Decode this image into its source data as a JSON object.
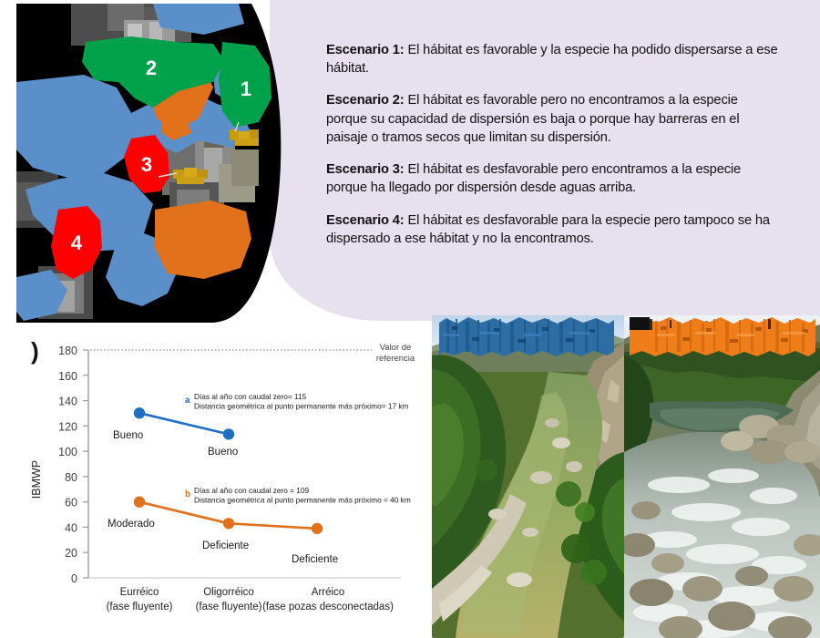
{
  "scenarios": [
    {
      "label": "Escenario 1:",
      "text": " El hábitat es favorable y la especie ha podido dispersarse a ese hábitat."
    },
    {
      "label": "Escenario 2:",
      "text": " El hábitat es favorable pero no encontramos a la especie porque su capacidad de dispersión es baja o porque hay barreras en el paisaje o tramos secos que limitan su dispersión."
    },
    {
      "label": "Escenario 3:",
      "text": " El hábitat es desfavorable pero encontramos a la especie porque ha llegado por dispersión desde aguas arriba."
    },
    {
      "label": "Escenario 4:",
      "text": " El hábitat es desfavorable para la especie pero tampoco se ha dispersado a ese hábitat y no la encontramos."
    }
  ],
  "map": {
    "markers": [
      {
        "id": "1",
        "value": "1",
        "color": "#00a14b"
      },
      {
        "id": "2",
        "value": "2",
        "color": "#00a14b"
      },
      {
        "id": "3",
        "value": "3",
        "color": "#ff0000"
      },
      {
        "id": "4",
        "value": "4",
        "color": "#ff0000"
      }
    ]
  },
  "chart_panel_letter": ")",
  "chart_data": {
    "type": "line",
    "title": "",
    "xlabel": "",
    "ylabel": "IBMWP",
    "ylim": [
      0,
      180
    ],
    "yticks": [
      0,
      20,
      40,
      60,
      80,
      100,
      120,
      140,
      160,
      180
    ],
    "grid": false,
    "legend": "none",
    "categories": [
      "Eurréico",
      "Oligorréico",
      "Arréico"
    ],
    "category_sublabels": [
      "(fase fluyente)",
      "(fase fluyente)",
      "(fase pozas desconectadas)"
    ],
    "series": [
      {
        "name": "a",
        "color": "#1f6fc4",
        "values": [
          130,
          113,
          null
        ],
        "point_labels": [
          "Bueno",
          "Bueno",
          ""
        ]
      },
      {
        "name": "b",
        "color": "#e2711b",
        "values": [
          60,
          43,
          39
        ],
        "point_labels": [
          "Moderado",
          "Deficiente",
          "Deficiente"
        ]
      }
    ],
    "reference_line": {
      "value": 180,
      "label_line1": "Valor de",
      "label_line2": "referencia",
      "style": "dotted",
      "color": "#8f8f8f"
    },
    "annotations": [
      {
        "key": "a",
        "color": "#1f6fc4",
        "line1": "Días al año con caudal zero= 115",
        "line2": "Distancia geométrica al punto permanente más próximo= 17 km"
      },
      {
        "key": "b",
        "color": "#e2711b",
        "line1": "Días al año con caudal zero = 109",
        "line2": "Distancia geométrica al punto permanente más próximo = 40 km"
      }
    ]
  },
  "photos": [
    {
      "id": "photo-left",
      "alt": "río en cañón con vegetación",
      "redaction_color": "#2e6da4"
    },
    {
      "id": "photo-right",
      "alt": "río con rocas y agua corriente",
      "redaction_color": "#ef7d1a"
    }
  ]
}
